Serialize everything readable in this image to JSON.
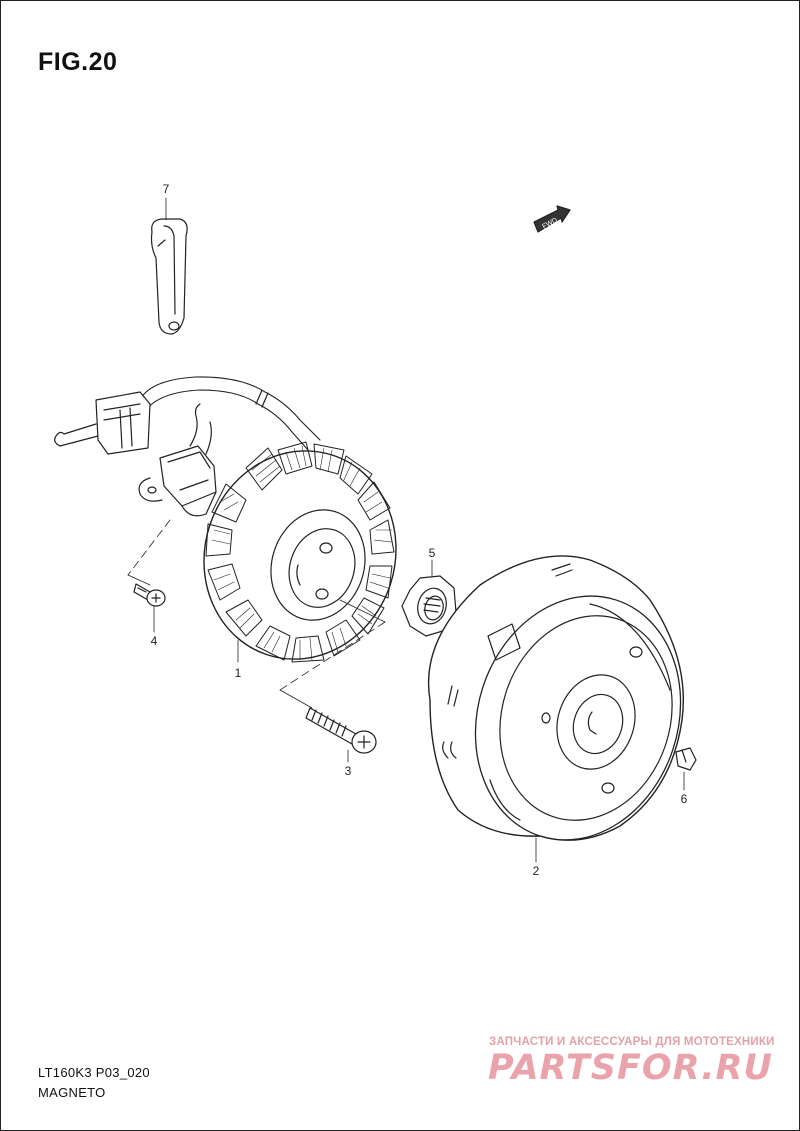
{
  "figure": {
    "title": "FIG.20"
  },
  "callouts": [
    {
      "id": "1",
      "label": "1"
    },
    {
      "id": "2",
      "label": "2"
    },
    {
      "id": "3",
      "label": "3"
    },
    {
      "id": "4",
      "label": "4"
    },
    {
      "id": "5",
      "label": "5"
    },
    {
      "id": "6",
      "label": "6"
    },
    {
      "id": "7",
      "label": "7"
    }
  ],
  "fwd_arrow": {
    "label": "FWD"
  },
  "footer": {
    "model_code": "LT160K3 P03_020",
    "section_name": "MAGNETO"
  },
  "watermark": {
    "tagline": "ЗАПЧАСТИ И АКСЕССУАРЫ ДЛЯ МОТОТЕХНИКИ",
    "logo": "PARTSFOR.RU",
    "color": "#e8a0a8"
  }
}
